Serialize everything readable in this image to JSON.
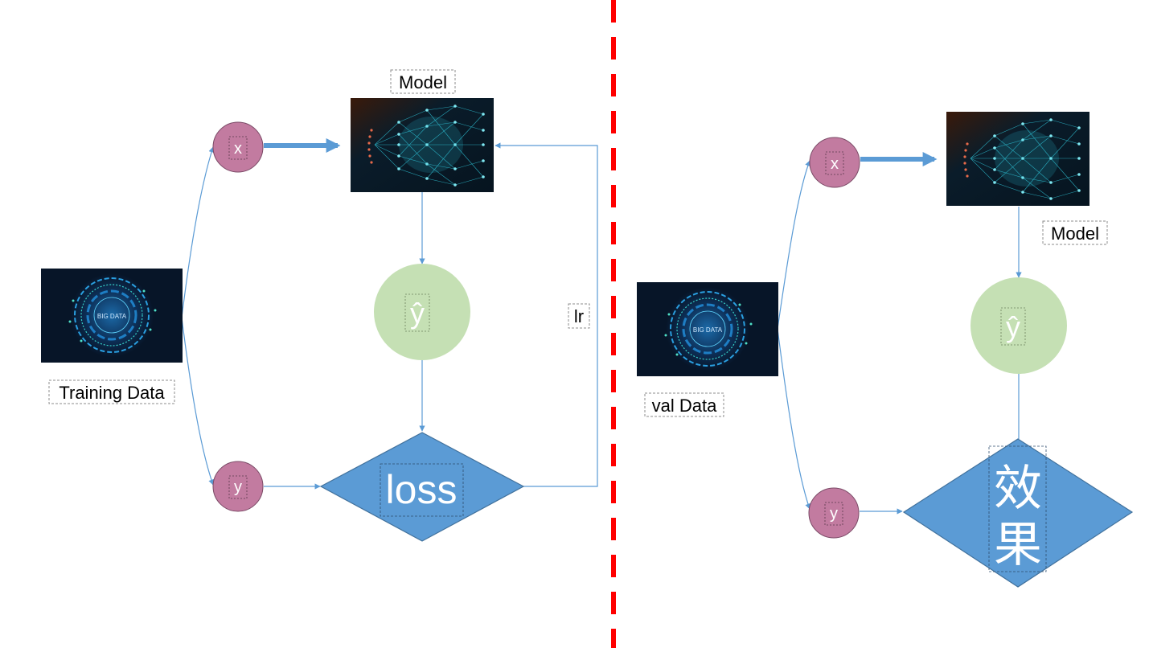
{
  "left": {
    "data_label": "Training Data",
    "data_image_text": "BIG DATA",
    "model_label": "Model",
    "x_label": "x",
    "y_label": "y",
    "yhat_label": "ŷ",
    "loss_label": "loss",
    "feedback_label": "lr"
  },
  "right": {
    "data_label": "val Data",
    "data_image_text": "BIG DATA",
    "model_label": "Model",
    "x_label": "x",
    "y_label": "y",
    "yhat_label": "ŷ",
    "result_line1": "效",
    "result_line2": "果"
  },
  "colors": {
    "arrow": "#5b9bd5",
    "x_y_node": "#c27ba0",
    "x_y_node_stroke": "#7a4a66",
    "yhat_node": "#c5e0b4",
    "decision": "#5b9bd5",
    "divider": "#ff0000",
    "image_bg": "#0b1b33"
  }
}
